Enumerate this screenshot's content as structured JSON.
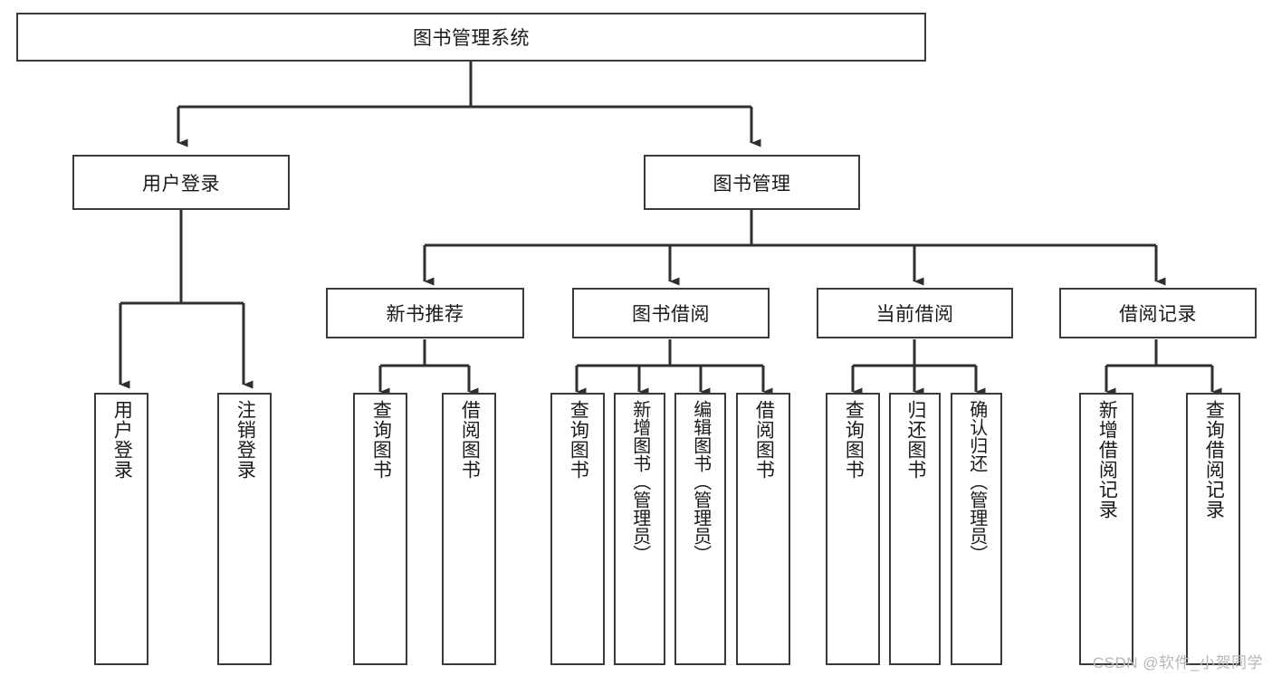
{
  "diagram": {
    "title": "图书管理系统",
    "type": "tree-hierarchy-chart",
    "root": {
      "label": "图书管理系统"
    },
    "level2": [
      {
        "label": "用户登录"
      },
      {
        "label": "图书管理"
      }
    ],
    "level3": [
      {
        "label": "新书推荐"
      },
      {
        "label": "图书借阅"
      },
      {
        "label": "当前借阅"
      },
      {
        "label": "借阅记录"
      }
    ],
    "leaves": {
      "user_login": [
        {
          "label": "用户登录"
        },
        {
          "label": "注销登录"
        }
      ],
      "new_book_recommend": [
        {
          "label": "查询图书"
        },
        {
          "label": "借阅图书"
        }
      ],
      "book_borrow": [
        {
          "label": "查询图书"
        },
        {
          "label": "新增图书（管理员）"
        },
        {
          "label": "编辑图书（管理员）"
        },
        {
          "label": "借阅图书"
        }
      ],
      "current_borrow": [
        {
          "label": "查询图书"
        },
        {
          "label": "归还图书"
        },
        {
          "label": "确认归还（管理员）"
        }
      ],
      "borrow_record": [
        {
          "label": "新增借阅记录"
        },
        {
          "label": "查询借阅记录"
        }
      ]
    }
  },
  "watermark": {
    "text": "CSDN @软件_小贺同学"
  },
  "colors": {
    "stroke": "#3a3a3a",
    "text": "#1a1a1a",
    "background": "#ffffff",
    "watermark": "#b7b7b7"
  }
}
